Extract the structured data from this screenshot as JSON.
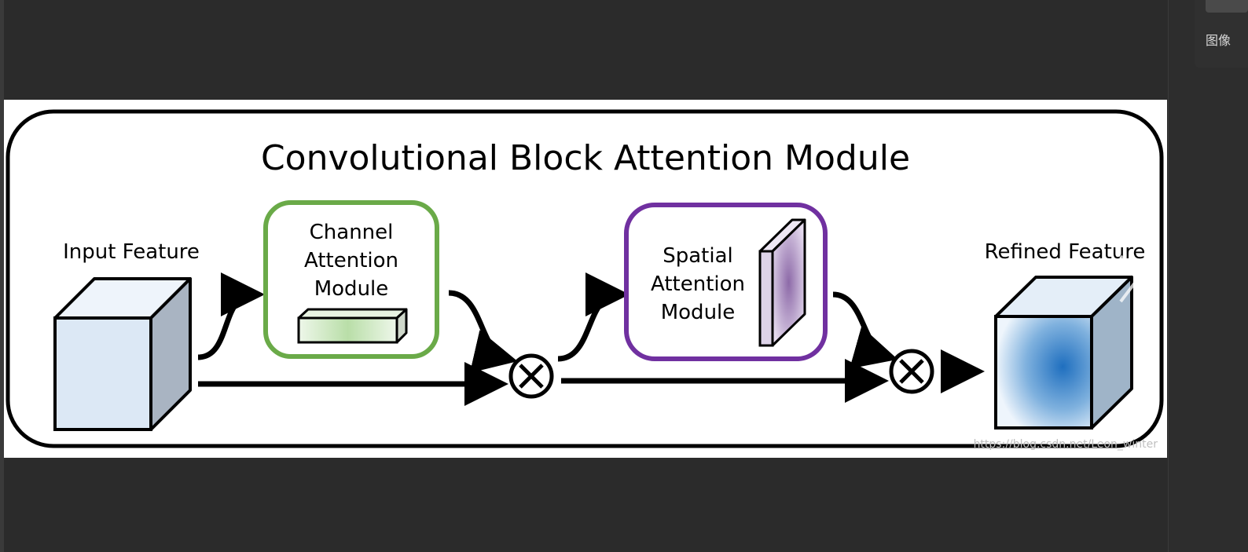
{
  "sidebar": {
    "label": "图像"
  },
  "diagram": {
    "title": "Convolutional Block Attention Module",
    "input_label": "Input Feature",
    "channel_module": [
      "Channel",
      "Attention",
      "Module"
    ],
    "spatial_module": [
      "Spatial",
      "Attention",
      "Module"
    ],
    "output_label": "Refined Feature",
    "operator_symbol": "⊗",
    "watermark": "https://blog.csdn.net/Leon_winter",
    "colors": {
      "channel_border": "#6aaa48",
      "spatial_border": "#7030a0",
      "cube_face": "#dce8f5",
      "cube_side": "#a9b4c2",
      "refined_center": "#1f6fbf"
    }
  },
  "navigation": {
    "prev_icon": "chevron-left-icon",
    "next_icon": "chevron-right-icon"
  }
}
